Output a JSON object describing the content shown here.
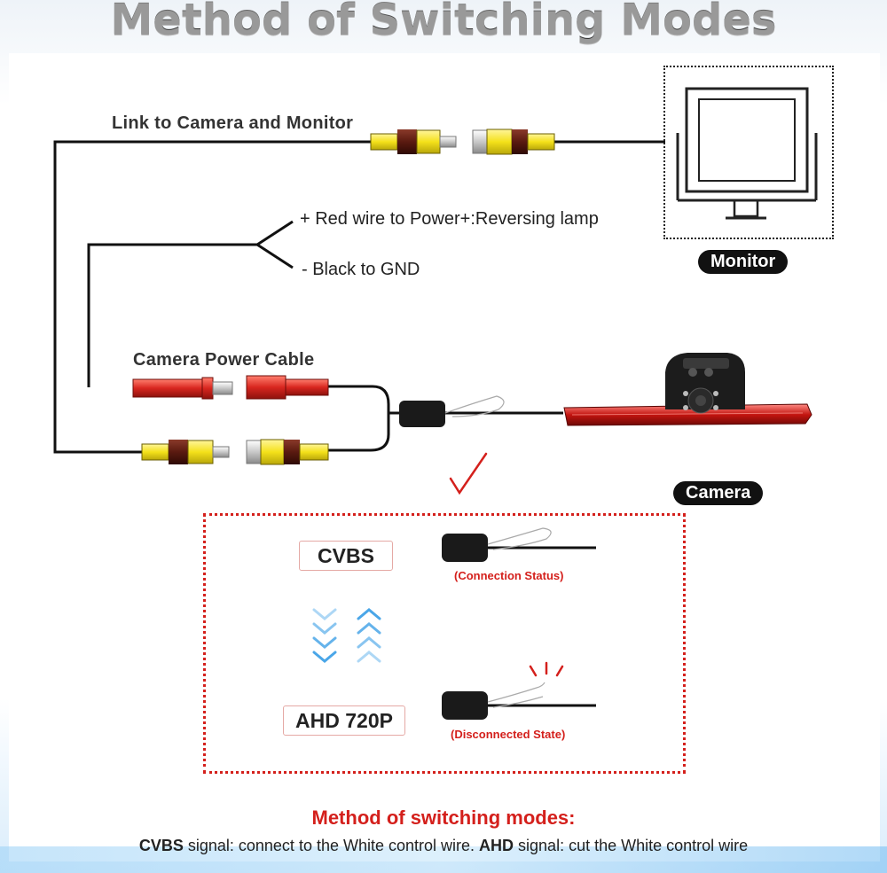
{
  "title": "Method of Switching Modes",
  "labels": {
    "link": "Link to Camera and Monitor",
    "red_wire": "+ Red wire to Power+:Reversing lamp",
    "black_wire": "- Black to GND",
    "power_cable": "Camera Power Cable"
  },
  "badges": {
    "monitor": "Monitor",
    "camera": "Camera"
  },
  "modes": {
    "cvbs": {
      "label": "CVBS",
      "status": "(Connection Status)"
    },
    "ahd": {
      "label": "AHD 720P",
      "status": "(Disconnected State)"
    }
  },
  "notes": {
    "heading": "Method of switching modes:",
    "cvbs_term": "CVBS",
    "cvbs_text": " signal: connect to the White control wire. ",
    "ahd_term": "AHD",
    "ahd_text": " signal: cut the White control wire"
  },
  "colors": {
    "accent_red": "#d4201c",
    "rca_yellow": "#f4e11a",
    "connector_red": "#d8261f",
    "arrow_blue": "#4aa6e8"
  }
}
